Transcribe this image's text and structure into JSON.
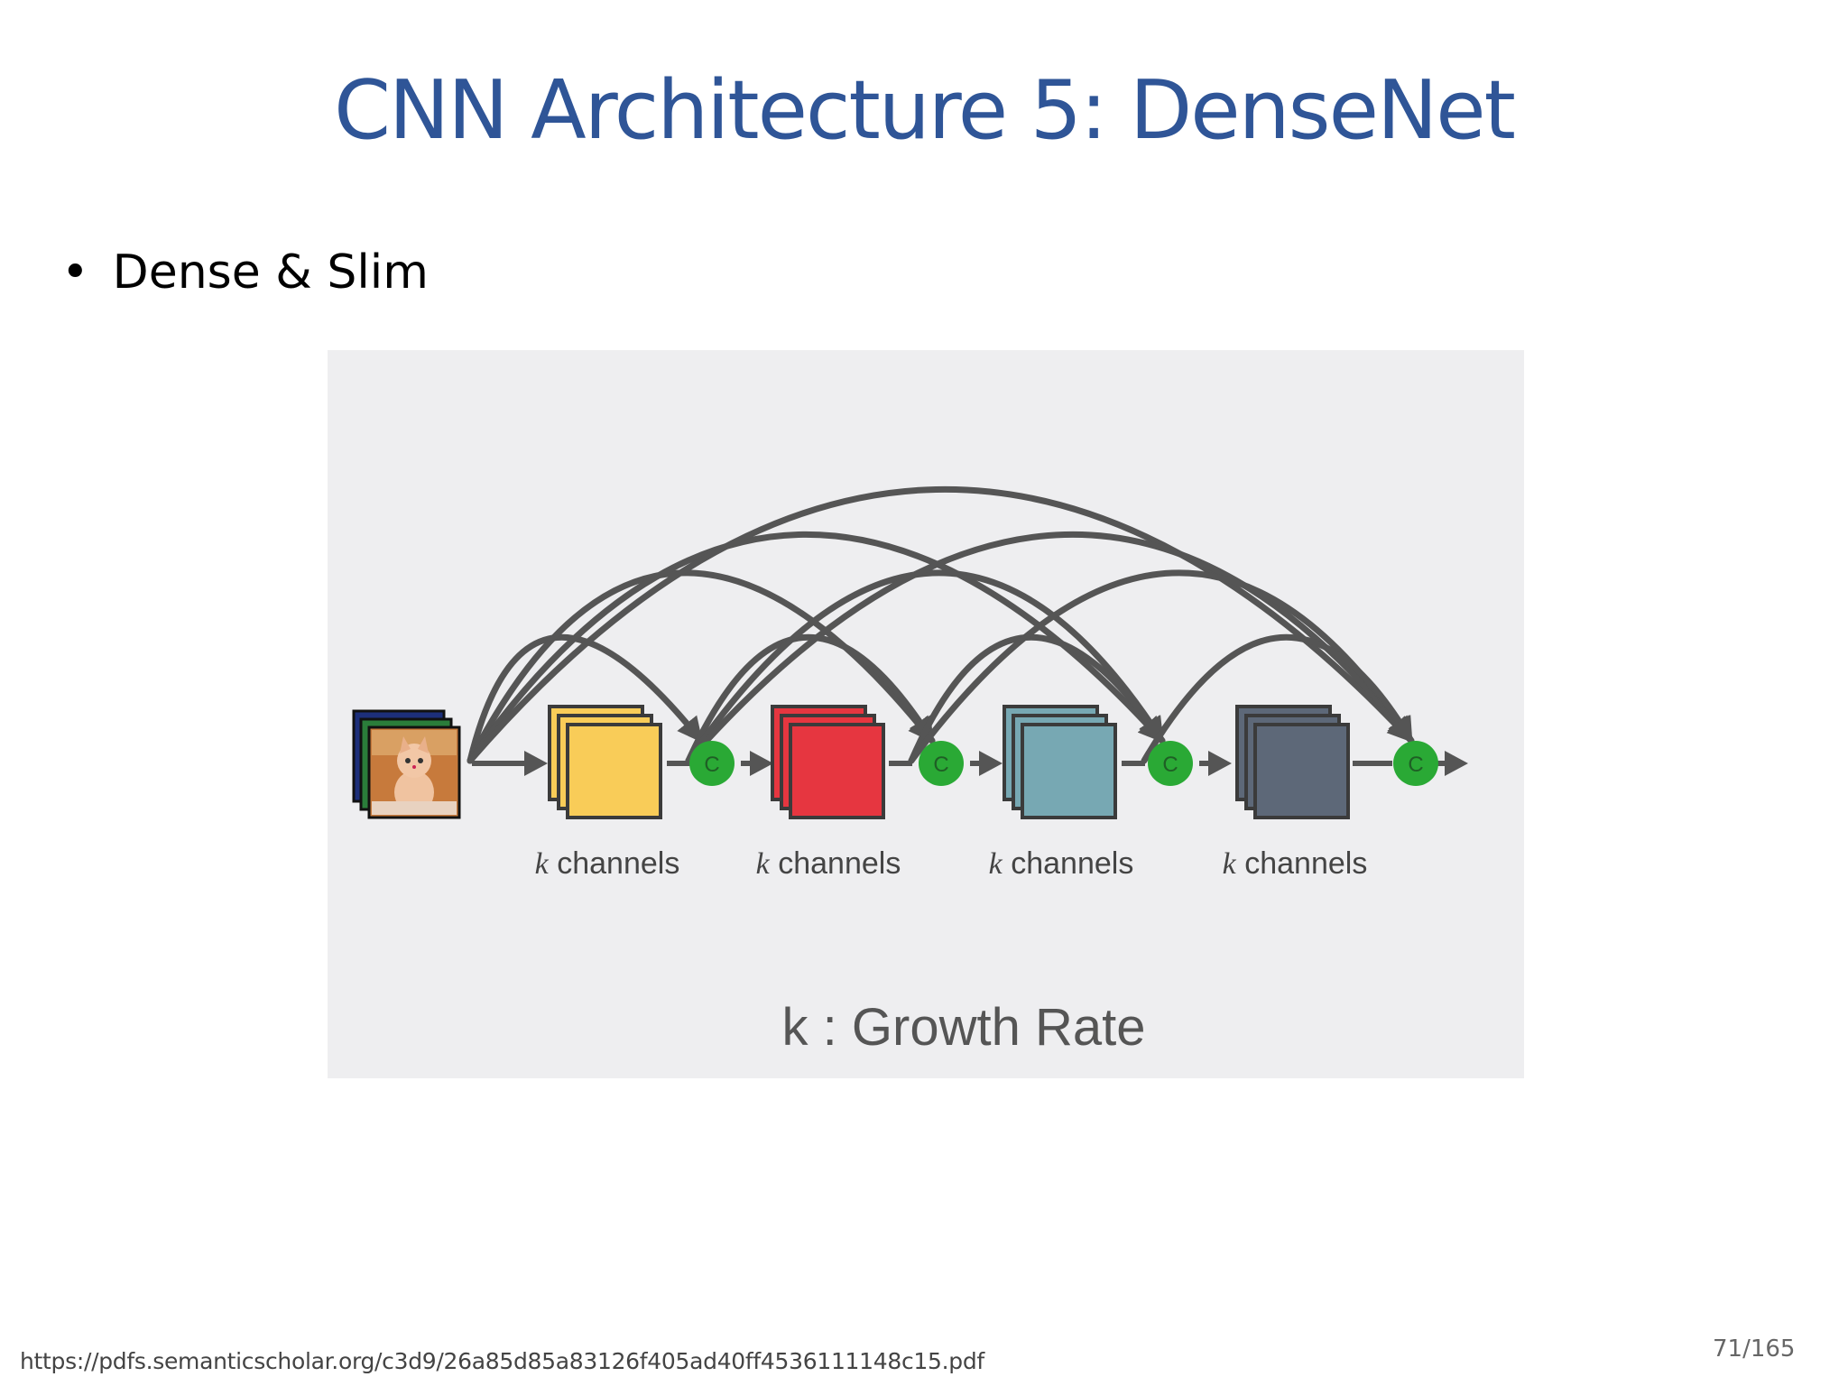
{
  "slide": {
    "title": "CNN Architecture 5: DenseNet",
    "bullet_text": "Dense & Slim",
    "source_url": "https://pdfs.semanticscholar.org/c3d9/26a85d85a83126f405ad40ff4536111148c15.pdf",
    "page_number": "71/165"
  },
  "figure": {
    "blocks": [
      {
        "k": "k",
        "label": "channels",
        "color": "#f9cc58"
      },
      {
        "k": "k",
        "label": "channels",
        "color": "#e63640"
      },
      {
        "k": "k",
        "label": "channels",
        "color": "#77a8b3"
      },
      {
        "k": "k",
        "label": "channels",
        "color": "#5d6878"
      }
    ],
    "concat_symbol": "C",
    "concat_color": "#2aa935",
    "arrow_color": "#555555",
    "input_icon": "kitten-image-stack-icon",
    "caption_k": "k",
    "caption_text": ": Growth Rate"
  }
}
